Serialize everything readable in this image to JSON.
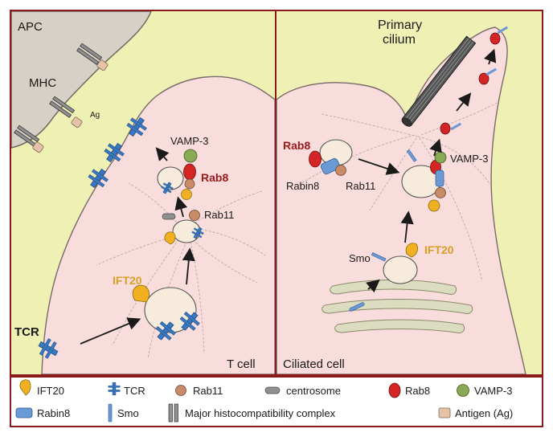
{
  "panels": {
    "left": {
      "apc_label": "APC",
      "mhc_label": "MHC",
      "ag_label": "Ag",
      "tcr_label": "TCR",
      "ift20_label": "IFT20",
      "rab8_label": "Rab8",
      "vamp3_label": "VAMP-3",
      "rab11_label": "Rab11",
      "cell_label": "T cell"
    },
    "right": {
      "cilium_label_line1": "Primary",
      "cilium_label_line2": "cilium",
      "rab8_label": "Rab8",
      "rabin8_label": "Rabin8",
      "rab11_label": "Rab11",
      "vamp3_label": "VAMP-3",
      "smo_label": "Smo",
      "ift20_label": "IFT20",
      "cell_label": "Ciliated cell"
    }
  },
  "legend": {
    "items": [
      {
        "icon": "ift20-icon",
        "label": "IFT20"
      },
      {
        "icon": "tcr-icon",
        "label": "TCR"
      },
      {
        "icon": "rab11-icon",
        "label": "Rab11"
      },
      {
        "icon": "centrosome-icon",
        "label": "centrosome"
      },
      {
        "icon": "rab8-icon",
        "label": "Rab8"
      },
      {
        "icon": "vamp3-icon",
        "label": "VAMP-3"
      },
      {
        "icon": "rabin8-icon",
        "label": "Rabin8"
      },
      {
        "icon": "smo-icon",
        "label": "Smo"
      },
      {
        "icon": "mhc-icon",
        "label": "Major histocompatibility complex"
      },
      {
        "icon": "antigen-icon",
        "label": "Antigen (Ag)"
      }
    ]
  },
  "colors": {
    "frame": "#8b1a1a",
    "background": "#eef0b4",
    "cell_fill": "#f9dcdc",
    "apc_fill": "#d6d0c6",
    "vesicle_fill": "#f7ecdc",
    "ift20": "#f0b020",
    "tcr": "#3a78c0",
    "rab11": "#c98a66",
    "rab8": "#d42424",
    "vamp3": "#88aa55",
    "rabin8": "#6a9ad6",
    "antigen": "#e6c2a6",
    "rab8_text": "#9a1a1a",
    "ift20_text": "#d8a024"
  }
}
